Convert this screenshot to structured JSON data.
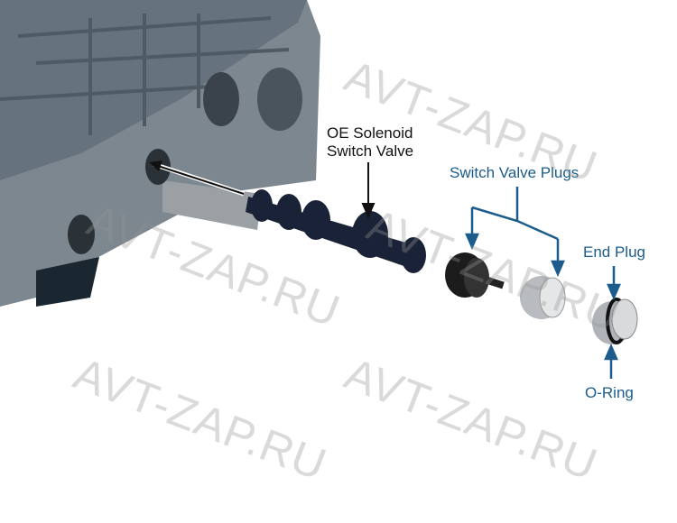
{
  "labels": {
    "oe_solenoid_line1": "OE Solenoid",
    "oe_solenoid_line2": "Switch Valve",
    "switch_valve_plugs": "Switch Valve Plugs",
    "end_plug": "End Plug",
    "o_ring": "O-Ring"
  },
  "watermark": "AVT-ZAP.RU",
  "colors": {
    "callout_blue": "#1b5c8c",
    "callout_black": "#111111"
  }
}
